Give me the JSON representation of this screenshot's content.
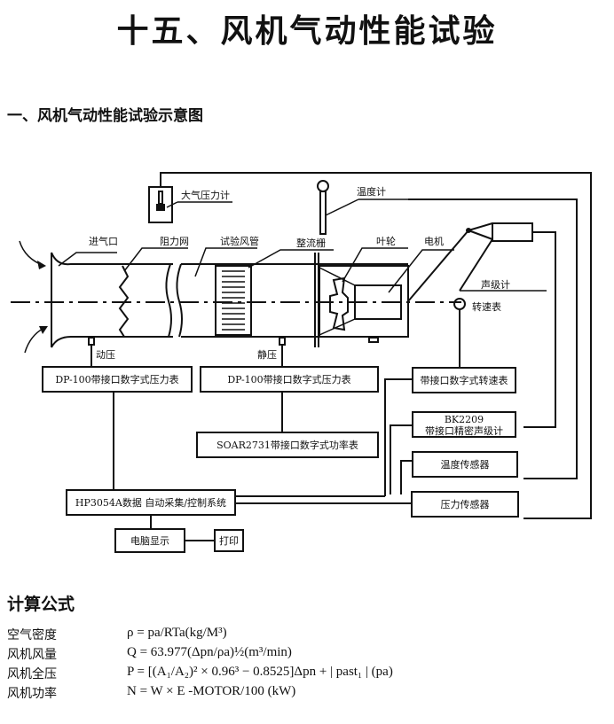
{
  "title": "十五、风机气动性能试验",
  "subtitle": "一、风机气动性能试验示意图",
  "diagram": {
    "components": {
      "air_inlet": "进气口",
      "resistance_net": "阻力网",
      "test_duct": "试验风管",
      "flow_straightener": "整流栅",
      "impeller": "叶轮",
      "motor": "电机",
      "thermometer": "温度计",
      "barometer": "大气压力计",
      "sound_level_meter": "声级计",
      "tachometer": "转速表",
      "dynamic_pressure": "动压",
      "static_pressure": "静压"
    },
    "boxes": {
      "dp_meter_1": "DP-100带接口数字式压力表",
      "dp_meter_2": "DP-100带接口数字式压力表",
      "power_meter": "SOAR2731带接口数字式功率表",
      "daq_system": "HP3054A数据 自动采集/控制系统",
      "computer_display": "电脑显示",
      "print": "打印",
      "digital_tachometer": "带接口数字式转速表",
      "sound_meter_model": "BK2209",
      "sound_meter_desc": "带接口精密声级计",
      "temp_sensor": "温度传感器",
      "pressure_sensor": "压力传感器"
    }
  },
  "formulas": {
    "heading": "计算公式",
    "rows": [
      {
        "name": "空气密度",
        "expr": "ρ = pa/RTa(kg/M³)"
      },
      {
        "name": "风机风量",
        "expr": "Q = 63.977(Δpn/ρa)½(m³/min)"
      },
      {
        "name": "风机全压",
        "expr": "P = [(A₁/A₂)² × 0.96³ − 0.8525]Δpn + | past₁ |     (pa)"
      },
      {
        "name": "风机功率",
        "expr": "N = W × E -MOTOR/100    (kW)"
      }
    ]
  }
}
